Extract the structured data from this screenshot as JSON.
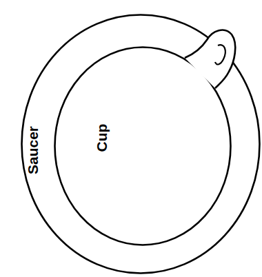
{
  "diagram": {
    "nodes": [
      {
        "text": [
          "Saucer"
        ]
      },
      {
        "text": [
          "Cup"
        ],
        "in": 0
      }
    ]
  }
}
